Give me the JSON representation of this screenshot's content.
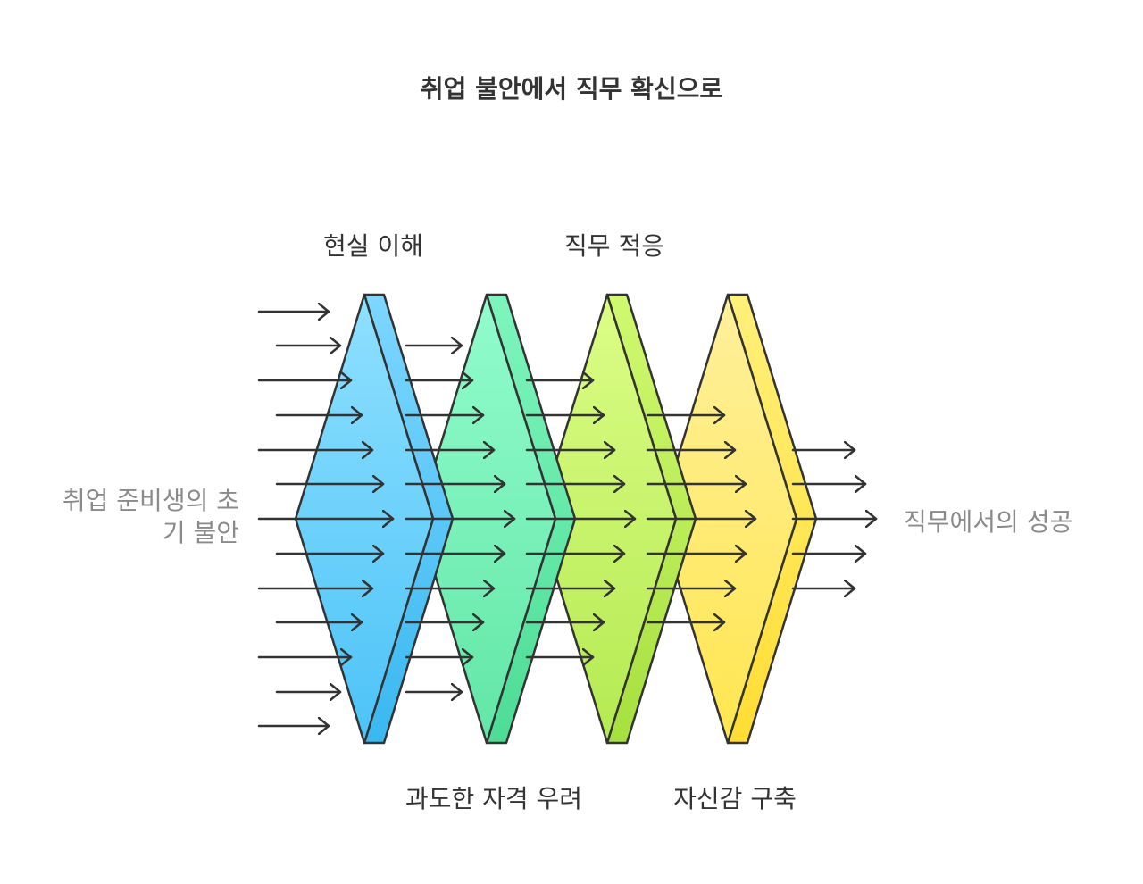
{
  "title": "취업 불안에서 직무 확신으로",
  "start_label_line1": "취업 준비생의 초",
  "start_label_line2": "기 불안",
  "end_label": "직무에서의 성공",
  "stages": [
    {
      "label": "현실 이해",
      "label_pos": "top",
      "color": "#5cc8f7"
    },
    {
      "label": "과도한 자격 우려",
      "label_pos": "bottom",
      "color": "#6ce9b0"
    },
    {
      "label": "직무 적응",
      "label_pos": "top",
      "color": "#bdef62"
    },
    {
      "label": "자신감 구축",
      "label_pos": "bottom",
      "color": "#ffe768"
    }
  ],
  "colors": {
    "stroke": "#333333",
    "text": "#333333",
    "muted": "#8a8a8a"
  }
}
